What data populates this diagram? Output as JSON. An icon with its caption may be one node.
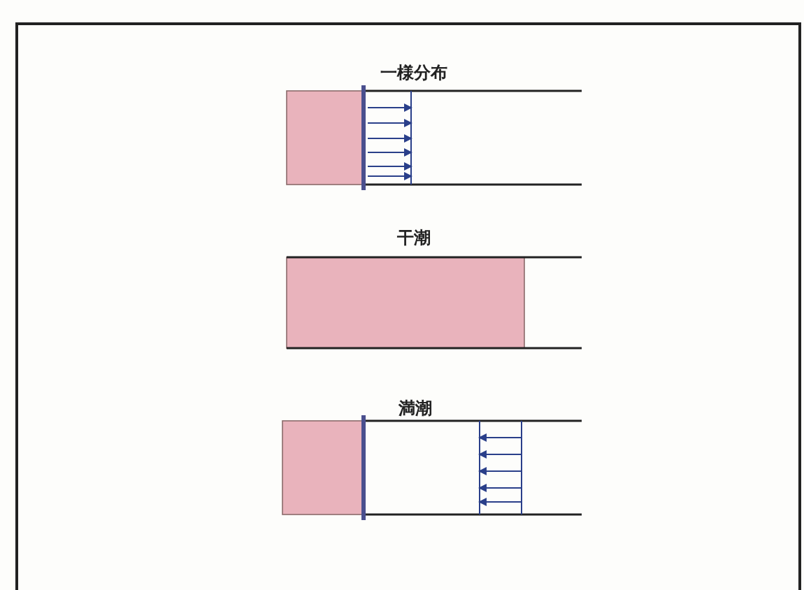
{
  "diagram": {
    "labels": [
      "一様分布",
      "干潮",
      "満潮"
    ]
  }
}
